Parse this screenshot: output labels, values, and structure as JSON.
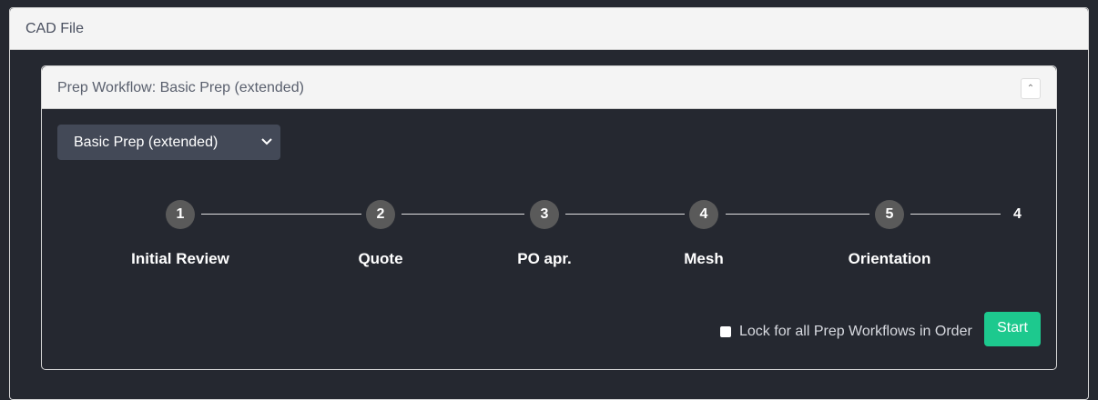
{
  "card": {
    "title": "CAD File"
  },
  "workflow": {
    "title": "Prep Workflow: Basic Prep (extended)",
    "collapse_icon": "chevron-up-icon",
    "selected": "Basic Prep (extended)"
  },
  "steps": [
    {
      "num": "1",
      "label": "Initial Review"
    },
    {
      "num": "2",
      "label": "Quote"
    },
    {
      "num": "3",
      "label": "PO apr."
    },
    {
      "num": "4",
      "label": "Mesh"
    },
    {
      "num": "5",
      "label": "Orientation"
    }
  ],
  "end_num": "4",
  "lock_label": "Lock for all Prep Workflows in Order",
  "lock_checked": false,
  "start_label": "Start",
  "colors": {
    "accent": "#1dc98e",
    "background": "#252830"
  }
}
